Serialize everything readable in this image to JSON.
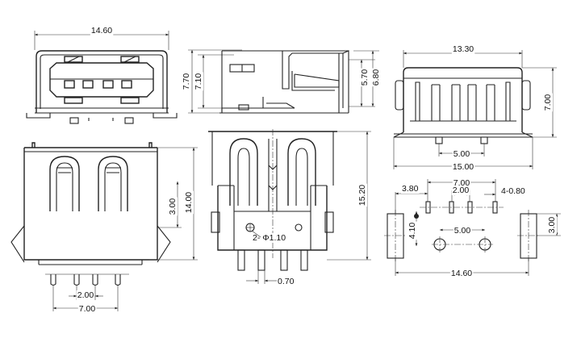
{
  "dimensions": {
    "front_top_width": "14.60",
    "side_height_outer": "7.70",
    "side_height_inner": "7.10",
    "side_height_right_a": "5.70",
    "side_height_right_b": "6.80",
    "rear_width": "13.30",
    "rear_height": "7.00",
    "rear_pin_pitch": "5.00",
    "rear_base_width": "15.00",
    "front_body_height": "3.00",
    "front_total_height": "14.00",
    "front_pin_pitch_small": "2.00",
    "front_pin_span": "7.00",
    "bottom_length": "15.20",
    "bottom_hole_label": "2- Φ1.10",
    "bottom_pin_width": "0.70",
    "pcb_offset": "3.80",
    "pcb_pin_span": "7.00",
    "pcb_pin_pitch": "2.00",
    "pcb_pin_holes": "4-0.80",
    "pcb_post_spacing": "5.00",
    "pcb_row_offset": "4.10",
    "pcb_slot_height": "3.00",
    "pcb_total_width": "14.60"
  }
}
